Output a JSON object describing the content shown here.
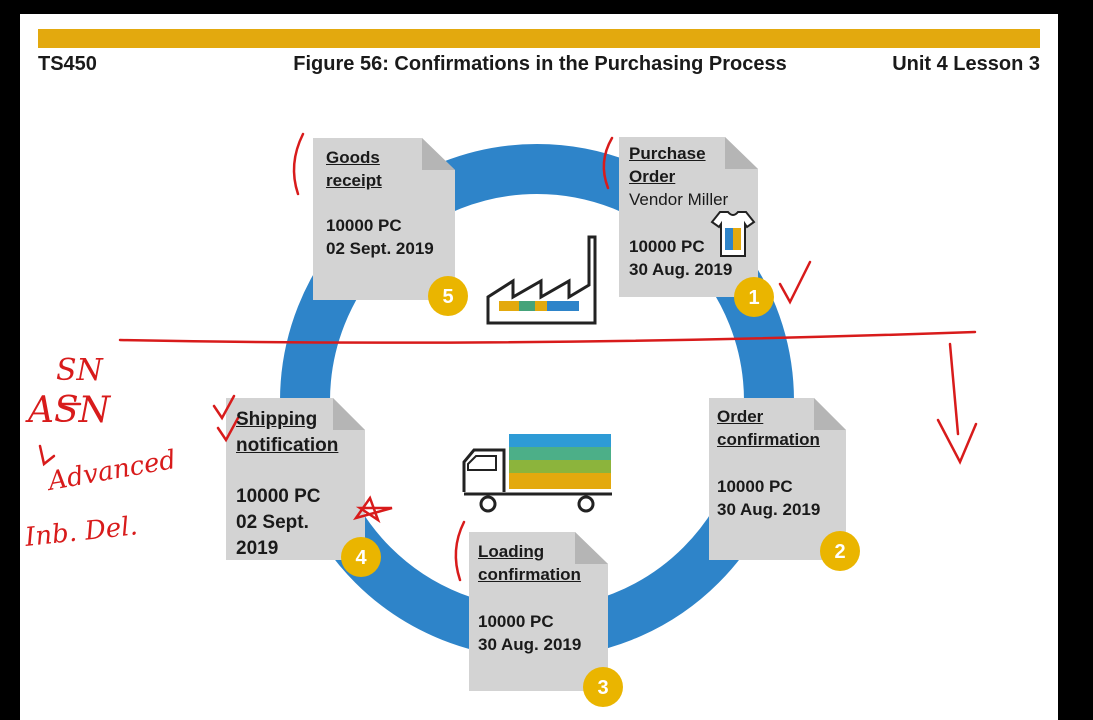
{
  "header": {
    "course_code": "TS450",
    "figure_title": "Figure 56: Confirmations in the Purchasing Process",
    "unit_lesson": "Unit 4 Lesson 3"
  },
  "colors": {
    "banner": "#e3a90e",
    "cycle_ring": "#2e84c9",
    "document": "#d3d3d3",
    "badge": "#eab500",
    "annotation_ink": "#d81b1b"
  },
  "steps": [
    {
      "number": "1",
      "title_line1": "Purchase",
      "title_line2": "Order",
      "subtitle": "Vendor Miller",
      "quantity": "10000 PC",
      "date": "30 Aug. 2019",
      "icon": "tshirt-icon"
    },
    {
      "number": "2",
      "title_line1": "Order",
      "title_line2": "confirmation",
      "quantity": "10000 PC",
      "date": "30 Aug. 2019"
    },
    {
      "number": "3",
      "title_line1": "Loading",
      "title_line2": "confirmation",
      "quantity": "10000 PC",
      "date": "30 Aug. 2019"
    },
    {
      "number": "4",
      "title_line1": "Shipping",
      "title_line2": "notification",
      "quantity": "10000 PC",
      "date_line1": "02 Sept.",
      "date_line2": "2019"
    },
    {
      "number": "5",
      "title_line1": "Goods",
      "title_line2": "receipt",
      "quantity": "10000 PC",
      "date": "02 Sept. 2019"
    }
  ],
  "center_icons": [
    "factory-icon",
    "truck-icon"
  ],
  "handwritten_notes": {
    "line1": "SN",
    "line2": "ASN",
    "line3": "Advanced",
    "line4": "Inb. Del."
  }
}
